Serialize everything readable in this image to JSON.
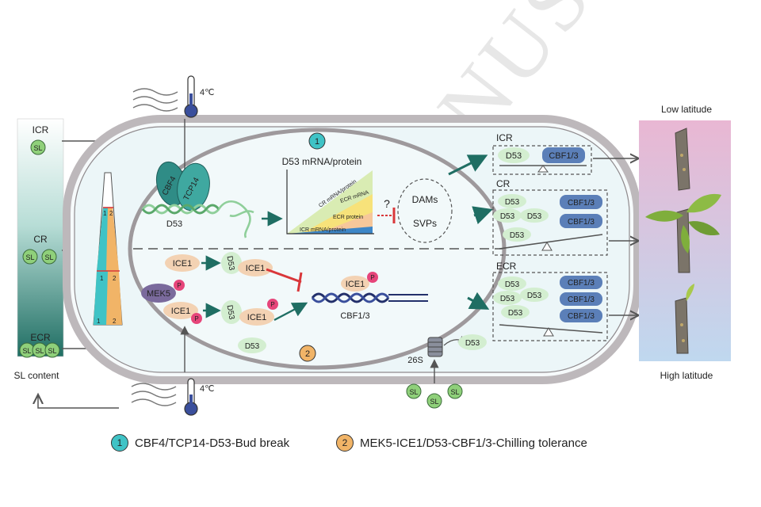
{
  "left_bar": {
    "icr": "ICR",
    "cr": "CR",
    "ecr": "ECR",
    "sl": "SL",
    "caption": "SL content"
  },
  "gauge": {
    "one": "1",
    "two": "2"
  },
  "temperature": {
    "top": "4℃",
    "bottom": "4℃"
  },
  "upper": {
    "cbf4": "CBF4",
    "tcp14": "TCP14",
    "d53": "D53",
    "pathway_no": "1",
    "chart_title": "D53 mRNA/protein",
    "cr_mrna": "CR mRNA/protein",
    "ecr_mrna": "ECR mRNA",
    "ecr_protein": "ECR protein",
    "icr_mrna": "ICR mRNA/protein",
    "question": "?",
    "dams": "DAMs",
    "svps": "SVPs"
  },
  "lower": {
    "ice1": "ICE1",
    "d53": "D53",
    "mek5": "MEK5",
    "p": "P",
    "cbf13": "CBF1/3",
    "pathway_no": "2",
    "proteasome": "26S",
    "sl": "SL"
  },
  "boxes": {
    "icr": "ICR",
    "cr": "CR",
    "ecr": "ECR",
    "d53": "D53",
    "cbf13": "CBF1/3"
  },
  "right": {
    "low": "Low latitude",
    "high": "High latitude"
  },
  "legend": {
    "one_no": "1",
    "one_text": "CBF4/TCP14-D53-Bud break",
    "two_no": "2",
    "two_text": "MEK5-ICE1/D53-CBF1/3-Chilling tolerance"
  },
  "watermark": "MANUSCRIPT",
  "colors": {
    "teal": "#3fc3c6",
    "orange": "#f1b467",
    "green": "#cfe8c2",
    "blue": "#5b7fb8",
    "red": "#d9373a",
    "navy": "#23306b",
    "cell": "#e9f4f6",
    "wall": "#b9b5b8"
  }
}
